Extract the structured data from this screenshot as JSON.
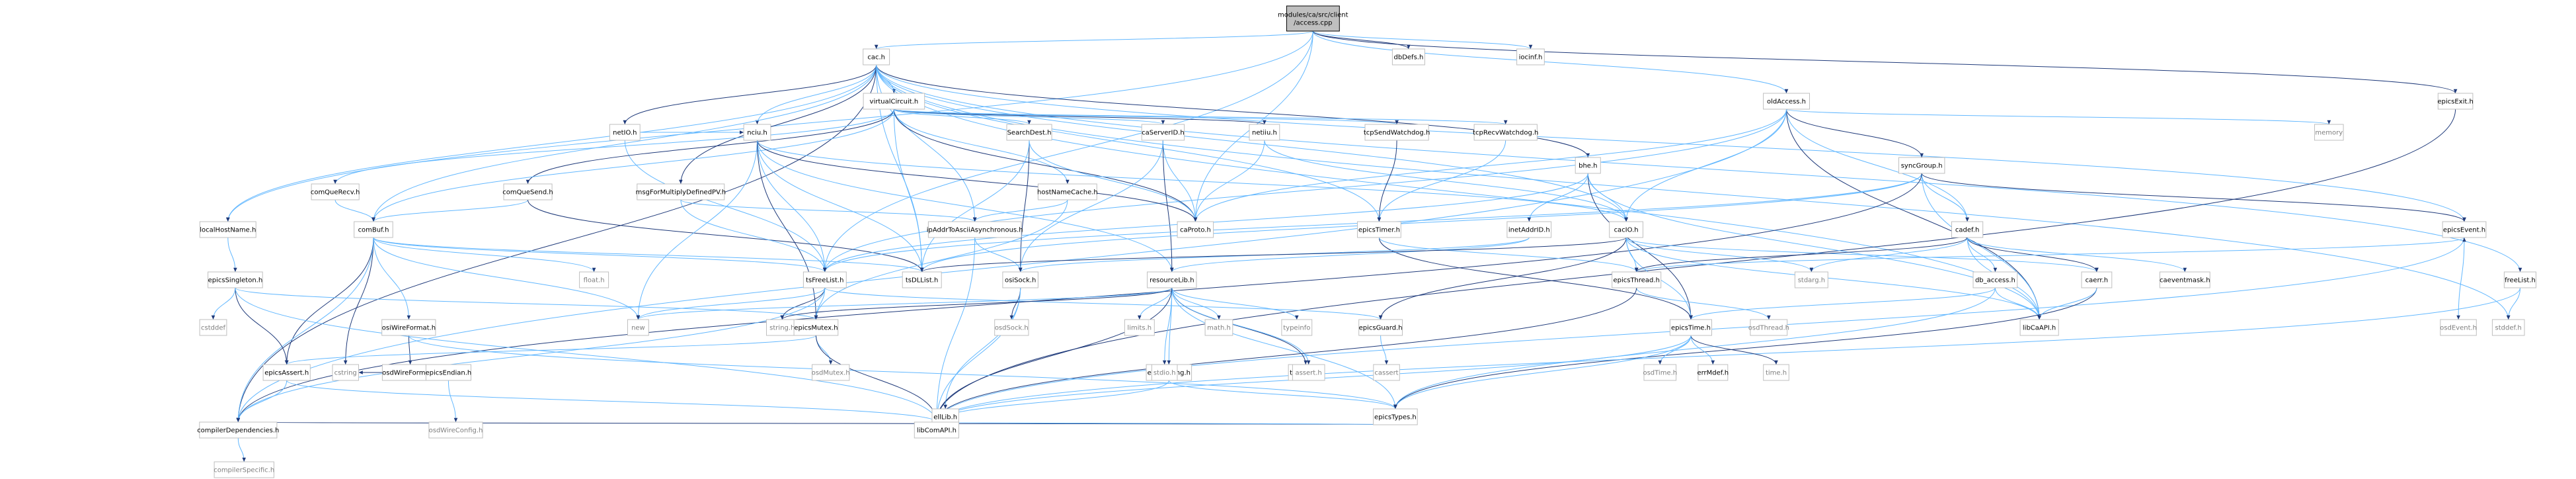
{
  "diagram": {
    "root": "modules/ca/src/client/access.cpp",
    "nodes": [
      {
        "id": "access",
        "label": "modules/ca/src/client\n/access.cpp",
        "kind": "root"
      },
      {
        "id": "dbDefs",
        "label": "dbDefs.h",
        "kind": "file"
      },
      {
        "id": "iocinf",
        "label": "iocinf.h",
        "kind": "file"
      },
      {
        "id": "cac",
        "label": "cac.h",
        "kind": "file"
      },
      {
        "id": "oldAccess",
        "label": "oldAccess.h",
        "kind": "file"
      },
      {
        "id": "epicsExit",
        "label": "epicsExit.h",
        "kind": "file"
      },
      {
        "id": "netIO",
        "label": "netIO.h",
        "kind": "file"
      },
      {
        "id": "virtualCircuit",
        "label": "virtualCircuit.h",
        "kind": "file"
      },
      {
        "id": "memory",
        "label": "memory",
        "kind": "ext"
      },
      {
        "id": "comQueRecv",
        "label": "comQueRecv.h",
        "kind": "file"
      },
      {
        "id": "comQueSend",
        "label": "comQueSend.h",
        "kind": "file"
      },
      {
        "id": "msgForMultiplyDefinedPV",
        "label": "msgForMultiplyDefinedPV.h",
        "kind": "file"
      },
      {
        "id": "nciu",
        "label": "nciu.h",
        "kind": "file"
      },
      {
        "id": "hostNameCache",
        "label": "hostNameCache.h",
        "kind": "file"
      },
      {
        "id": "SearchDest",
        "label": "SearchDest.h",
        "kind": "file"
      },
      {
        "id": "caServerID",
        "label": "caServerID.h",
        "kind": "file"
      },
      {
        "id": "netiiu",
        "label": "netiiu.h",
        "kind": "file"
      },
      {
        "id": "tcpSendWatchdog",
        "label": "tcpSendWatchdog.h",
        "kind": "file"
      },
      {
        "id": "tcpRecvWatchdog",
        "label": "tcpRecvWatchdog.h",
        "kind": "file"
      },
      {
        "id": "bhe",
        "label": "bhe.h",
        "kind": "file"
      },
      {
        "id": "syncGroup",
        "label": "syncGroup.h",
        "kind": "file"
      },
      {
        "id": "localHostName",
        "label": "localHostName.h",
        "kind": "file"
      },
      {
        "id": "comBuf",
        "label": "comBuf.h",
        "kind": "file"
      },
      {
        "id": "ipAddrToAsciiAsynchronous",
        "label": "ipAddrToAsciiAsynchronous.h",
        "kind": "file"
      },
      {
        "id": "caProto",
        "label": "caProto.h",
        "kind": "file"
      },
      {
        "id": "epicsTimer",
        "label": "epicsTimer.h",
        "kind": "file"
      },
      {
        "id": "inetAddrID",
        "label": "inetAddrID.h",
        "kind": "file"
      },
      {
        "id": "cacIO",
        "label": "cacIO.h",
        "kind": "file"
      },
      {
        "id": "cadef",
        "label": "cadef.h",
        "kind": "file"
      },
      {
        "id": "epicsEvent",
        "label": "epicsEvent.h",
        "kind": "file"
      },
      {
        "id": "epicsSingleton",
        "label": "epicsSingleton.h",
        "kind": "file"
      },
      {
        "id": "floatH",
        "label": "float.h",
        "kind": "ext"
      },
      {
        "id": "tsFreeList",
        "label": "tsFreeList.h",
        "kind": "file"
      },
      {
        "id": "tsDLList",
        "label": "tsDLList.h",
        "kind": "file"
      },
      {
        "id": "osiSock",
        "label": "osiSock.h",
        "kind": "file"
      },
      {
        "id": "resourceLib",
        "label": "resourceLib.h",
        "kind": "file"
      },
      {
        "id": "epicsThread",
        "label": "epicsThread.h",
        "kind": "file"
      },
      {
        "id": "stdargH",
        "label": "stdarg.h",
        "kind": "ext"
      },
      {
        "id": "db_access",
        "label": "db_access.h",
        "kind": "file"
      },
      {
        "id": "caerr",
        "label": "caerr.h",
        "kind": "file"
      },
      {
        "id": "caeventmask",
        "label": "caeventmask.h",
        "kind": "file"
      },
      {
        "id": "osdEvent",
        "label": "osdEvent.h",
        "kind": "ext"
      },
      {
        "id": "freeList",
        "label": "freeList.h",
        "kind": "file"
      },
      {
        "id": "cstddef",
        "label": "cstddef",
        "kind": "ext"
      },
      {
        "id": "osiWireFormat",
        "label": "osiWireFormat.h",
        "kind": "file"
      },
      {
        "id": "newH",
        "label": "new",
        "kind": "ext"
      },
      {
        "id": "stringH",
        "label": "string.h",
        "kind": "ext"
      },
      {
        "id": "epicsMutex",
        "label": "epicsMutex.h",
        "kind": "file"
      },
      {
        "id": "osdSock",
        "label": "osdSock.h",
        "kind": "ext"
      },
      {
        "id": "limitsH",
        "label": "limits.h",
        "kind": "ext"
      },
      {
        "id": "mathH",
        "label": "math.h",
        "kind": "ext"
      },
      {
        "id": "typeinfo",
        "label": "typeinfo",
        "kind": "ext"
      },
      {
        "id": "epicsGuard",
        "label": "epicsGuard.h",
        "kind": "file"
      },
      {
        "id": "epicsTime",
        "label": "epicsTime.h",
        "kind": "file"
      },
      {
        "id": "osdThread",
        "label": "osdThread.h",
        "kind": "ext"
      },
      {
        "id": "libCaAPI",
        "label": "libCaAPI.h",
        "kind": "file"
      },
      {
        "id": "stddefH",
        "label": "stddef.h",
        "kind": "ext"
      },
      {
        "id": "osdWireFormat",
        "label": "osdWireFormat.h",
        "kind": "file"
      },
      {
        "id": "epicsString",
        "label": "epicsString.h",
        "kind": "file"
      },
      {
        "id": "tsSLList",
        "label": "tsSLList.h",
        "kind": "file"
      },
      {
        "id": "epicsAssert",
        "label": "epicsAssert.h",
        "kind": "file"
      },
      {
        "id": "cstring",
        "label": "cstring",
        "kind": "ext"
      },
      {
        "id": "epicsEndian",
        "label": "epicsEndian.h",
        "kind": "file"
      },
      {
        "id": "osdMutex",
        "label": "osdMutex.h",
        "kind": "ext"
      },
      {
        "id": "stdioH",
        "label": "stdio.h",
        "kind": "ext"
      },
      {
        "id": "assertH",
        "label": "assert.h",
        "kind": "ext"
      },
      {
        "id": "cassert",
        "label": "cassert",
        "kind": "ext"
      },
      {
        "id": "epicsTypes",
        "label": "epicsTypes.h",
        "kind": "file"
      },
      {
        "id": "osdTime",
        "label": "osdTime.h",
        "kind": "ext"
      },
      {
        "id": "errMdef",
        "label": "errMdef.h",
        "kind": "file"
      },
      {
        "id": "timeH",
        "label": "time.h",
        "kind": "ext"
      },
      {
        "id": "ellLib",
        "label": "ellLib.h",
        "kind": "file"
      },
      {
        "id": "compilerDependencies",
        "label": "compilerDependencies.h",
        "kind": "file"
      },
      {
        "id": "libComAPI",
        "label": "libComAPI.h",
        "kind": "file"
      },
      {
        "id": "osdWireConfig",
        "label": "osdWireConfig.h",
        "kind": "ext"
      },
      {
        "id": "compilerSpecific",
        "label": "compilerSpecific.h",
        "kind": "ext"
      }
    ],
    "edges": [
      [
        "access",
        "dbDefs"
      ],
      [
        "access",
        "iocinf"
      ],
      [
        "access",
        "cac"
      ],
      [
        "access",
        "oldAccess"
      ],
      [
        "access",
        "epicsExit"
      ],
      [
        "access",
        "localHostName"
      ],
      [
        "access",
        "caProto"
      ],
      [
        "access",
        "tsFreeList"
      ],
      [
        "cac",
        "netIO"
      ],
      [
        "cac",
        "virtualCircuit"
      ],
      [
        "cac",
        "nciu"
      ],
      [
        "cac",
        "comBuf"
      ],
      [
        "cac",
        "bhe"
      ],
      [
        "cac",
        "cacIO"
      ],
      [
        "cac",
        "epicsTimer"
      ],
      [
        "cac",
        "localHostName"
      ],
      [
        "cac",
        "compilerDependencies"
      ],
      [
        "cac",
        "libCaAPI"
      ],
      [
        "cac",
        "epicsEvent"
      ],
      [
        "cac",
        "ipAddrToAsciiAsynchronous"
      ],
      [
        "cac",
        "msgForMultiplyDefinedPV"
      ],
      [
        "cac",
        "freeList"
      ],
      [
        "cac",
        "tsDLList"
      ],
      [
        "cac",
        "stddefH"
      ],
      [
        "oldAccess",
        "syncGroup"
      ],
      [
        "oldAccess",
        "cadef"
      ],
      [
        "oldAccess",
        "memory"
      ],
      [
        "oldAccess",
        "cacIO"
      ],
      [
        "oldAccess",
        "libCaAPI"
      ],
      [
        "oldAccess",
        "tsFreeList"
      ],
      [
        "oldAccess",
        "compilerDependencies"
      ],
      [
        "oldAccess",
        "caProto"
      ],
      [
        "epicsExit",
        "libComAPI"
      ],
      [
        "netIO",
        "nciu"
      ],
      [
        "netIO",
        "tsFreeList"
      ],
      [
        "virtualCircuit",
        "comQueRecv"
      ],
      [
        "virtualCircuit",
        "comQueSend"
      ],
      [
        "virtualCircuit",
        "hostNameCache"
      ],
      [
        "virtualCircuit",
        "SearchDest"
      ],
      [
        "virtualCircuit",
        "caServerID"
      ],
      [
        "virtualCircuit",
        "netiiu"
      ],
      [
        "virtualCircuit",
        "tcpSendWatchdog"
      ],
      [
        "virtualCircuit",
        "tcpRecvWatchdog"
      ],
      [
        "virtualCircuit",
        "comBuf"
      ],
      [
        "virtualCircuit",
        "caProto"
      ],
      [
        "virtualCircuit",
        "tsDLList"
      ],
      [
        "comQueRecv",
        "comBuf"
      ],
      [
        "comQueSend",
        "comBuf"
      ],
      [
        "comQueSend",
        "tsDLList"
      ],
      [
        "msgForMultiplyDefinedPV",
        "ipAddrToAsciiAsynchronous"
      ],
      [
        "msgForMultiplyDefinedPV",
        "tsFreeList"
      ],
      [
        "nciu",
        "cacIO"
      ],
      [
        "nciu",
        "caProto"
      ],
      [
        "nciu",
        "tsFreeList"
      ],
      [
        "nciu",
        "tsDLList"
      ],
      [
        "nciu",
        "newH"
      ],
      [
        "nciu",
        "epicsMutex"
      ],
      [
        "nciu",
        "resourceLib"
      ],
      [
        "hostNameCache",
        "ipAddrToAsciiAsynchronous"
      ],
      [
        "hostNameCache",
        "epicsMutex"
      ],
      [
        "SearchDest",
        "osiSock"
      ],
      [
        "SearchDest",
        "tsDLList"
      ],
      [
        "SearchDest",
        "caProto"
      ],
      [
        "caServerID",
        "osiSock"
      ],
      [
        "caServerID",
        "resourceLib"
      ],
      [
        "caServerID",
        "caProto"
      ],
      [
        "netiiu",
        "caProto"
      ],
      [
        "netiiu",
        "cacIO"
      ],
      [
        "tcpSendWatchdog",
        "epicsTimer"
      ],
      [
        "tcpRecvWatchdog",
        "epicsTimer"
      ],
      [
        "bhe",
        "inetAddrID"
      ],
      [
        "bhe",
        "cacIO"
      ],
      [
        "bhe",
        "epicsTime"
      ],
      [
        "bhe",
        "tsFreeList"
      ],
      [
        "bhe",
        "libCaAPI"
      ],
      [
        "syncGroup",
        "cadef"
      ],
      [
        "syncGroup",
        "epicsEvent"
      ],
      [
        "syncGroup",
        "tsDLList"
      ],
      [
        "syncGroup",
        "tsFreeList"
      ],
      [
        "syncGroup",
        "libCaAPI"
      ],
      [
        "syncGroup",
        "compilerDependencies"
      ],
      [
        "localHostName",
        "epicsSingleton"
      ],
      [
        "comBuf",
        "floatH"
      ],
      [
        "comBuf",
        "osiWireFormat"
      ],
      [
        "comBuf",
        "epicsAssert"
      ],
      [
        "comBuf",
        "tsFreeList"
      ],
      [
        "comBuf",
        "tsDLList"
      ],
      [
        "comBuf",
        "newH"
      ],
      [
        "comBuf",
        "cstring"
      ],
      [
        "comBuf",
        "compilerDependencies"
      ],
      [
        "ipAddrToAsciiAsynchronous",
        "osiSock"
      ],
      [
        "ipAddrToAsciiAsynchronous",
        "libComAPI"
      ],
      [
        "epicsTimer",
        "epicsTime"
      ],
      [
        "epicsTimer",
        "epicsThread"
      ],
      [
        "inetAddrID",
        "osiSock"
      ],
      [
        "inetAddrID",
        "resourceLib"
      ],
      [
        "cacIO",
        "tsDLList"
      ],
      [
        "cacIO",
        "epicsThread"
      ],
      [
        "cacIO",
        "libCaAPI"
      ],
      [
        "cacIO",
        "caerr"
      ],
      [
        "cacIO",
        "epicsGuard"
      ],
      [
        "cacIO",
        "stdargH"
      ],
      [
        "cacIO",
        "epicsTime"
      ],
      [
        "cadef",
        "db_access"
      ],
      [
        "cadef",
        "caerr"
      ],
      [
        "cadef",
        "caeventmask"
      ],
      [
        "cadef",
        "stdargH"
      ],
      [
        "cadef",
        "libCaAPI"
      ],
      [
        "cadef",
        "epicsThread"
      ],
      [
        "epicsEvent",
        "osdEvent"
      ],
      [
        "epicsEvent",
        "libComAPI"
      ],
      [
        "epicsSingleton",
        "cstddef"
      ],
      [
        "epicsSingleton",
        "epicsAssert"
      ],
      [
        "epicsSingleton",
        "epicsMutex"
      ],
      [
        "epicsSingleton",
        "libComAPI"
      ],
      [
        "tsFreeList",
        "newH"
      ],
      [
        "tsFreeList",
        "stringH"
      ],
      [
        "tsFreeList",
        "epicsMutex"
      ],
      [
        "tsFreeList",
        "epicsGuard"
      ],
      [
        "tsFreeList",
        "compilerDependencies"
      ],
      [
        "osiSock",
        "osdSock"
      ],
      [
        "osiSock",
        "ellLib"
      ],
      [
        "osiSock",
        "libComAPI"
      ],
      [
        "resourceLib",
        "limitsH"
      ],
      [
        "resourceLib",
        "stringH"
      ],
      [
        "resourceLib",
        "mathH"
      ],
      [
        "resourceLib",
        "typeinfo"
      ],
      [
        "resourceLib",
        "epicsString"
      ],
      [
        "resourceLib",
        "tsSLList"
      ],
      [
        "resourceLib",
        "stdioH"
      ],
      [
        "resourceLib",
        "assertH"
      ],
      [
        "resourceLib",
        "epicsTypes"
      ],
      [
        "resourceLib",
        "libComAPI"
      ],
      [
        "resourceLib",
        "newH"
      ],
      [
        "epicsThread",
        "osdThread"
      ],
      [
        "epicsThread",
        "epicsEvent"
      ],
      [
        "epicsThread",
        "libComAPI"
      ],
      [
        "db_access",
        "epicsTypes"
      ],
      [
        "db_access",
        "epicsTime"
      ],
      [
        "db_access",
        "libCaAPI"
      ],
      [
        "caerr",
        "epicsTypes"
      ],
      [
        "caerr",
        "libCaAPI"
      ],
      [
        "freeList",
        "stddefH"
      ],
      [
        "freeList",
        "libComAPI"
      ],
      [
        "osiWireFormat",
        "osdWireFormat"
      ],
      [
        "osiWireFormat",
        "epicsTypes"
      ],
      [
        "epicsMutex",
        "osdMutex"
      ],
      [
        "epicsMutex",
        "epicsAssert"
      ],
      [
        "epicsMutex",
        "libComAPI"
      ],
      [
        "epicsGuard",
        "cassert"
      ],
      [
        "epicsTime",
        "osdTime"
      ],
      [
        "epicsTime",
        "errMdef"
      ],
      [
        "epicsTime",
        "timeH"
      ],
      [
        "epicsTime",
        "epicsTypes"
      ],
      [
        "epicsTime",
        "libComAPI"
      ],
      [
        "osdWireFormat",
        "epicsEndian"
      ],
      [
        "osdWireFormat",
        "cstring"
      ],
      [
        "epicsString",
        "stdioH"
      ],
      [
        "epicsString",
        "epicsTypes"
      ],
      [
        "epicsString",
        "libComAPI"
      ],
      [
        "tsSLList",
        "assertH"
      ],
      [
        "epicsAssert",
        "compilerDependencies"
      ],
      [
        "epicsAssert",
        "libComAPI"
      ],
      [
        "epicsEndian",
        "osdWireConfig"
      ],
      [
        "epicsTypes",
        "compilerDependencies"
      ],
      [
        "epicsTypes",
        "libComAPI"
      ],
      [
        "ellLib",
        "libComAPI"
      ],
      [
        "compilerDependencies",
        "compilerSpecific"
      ]
    ]
  }
}
